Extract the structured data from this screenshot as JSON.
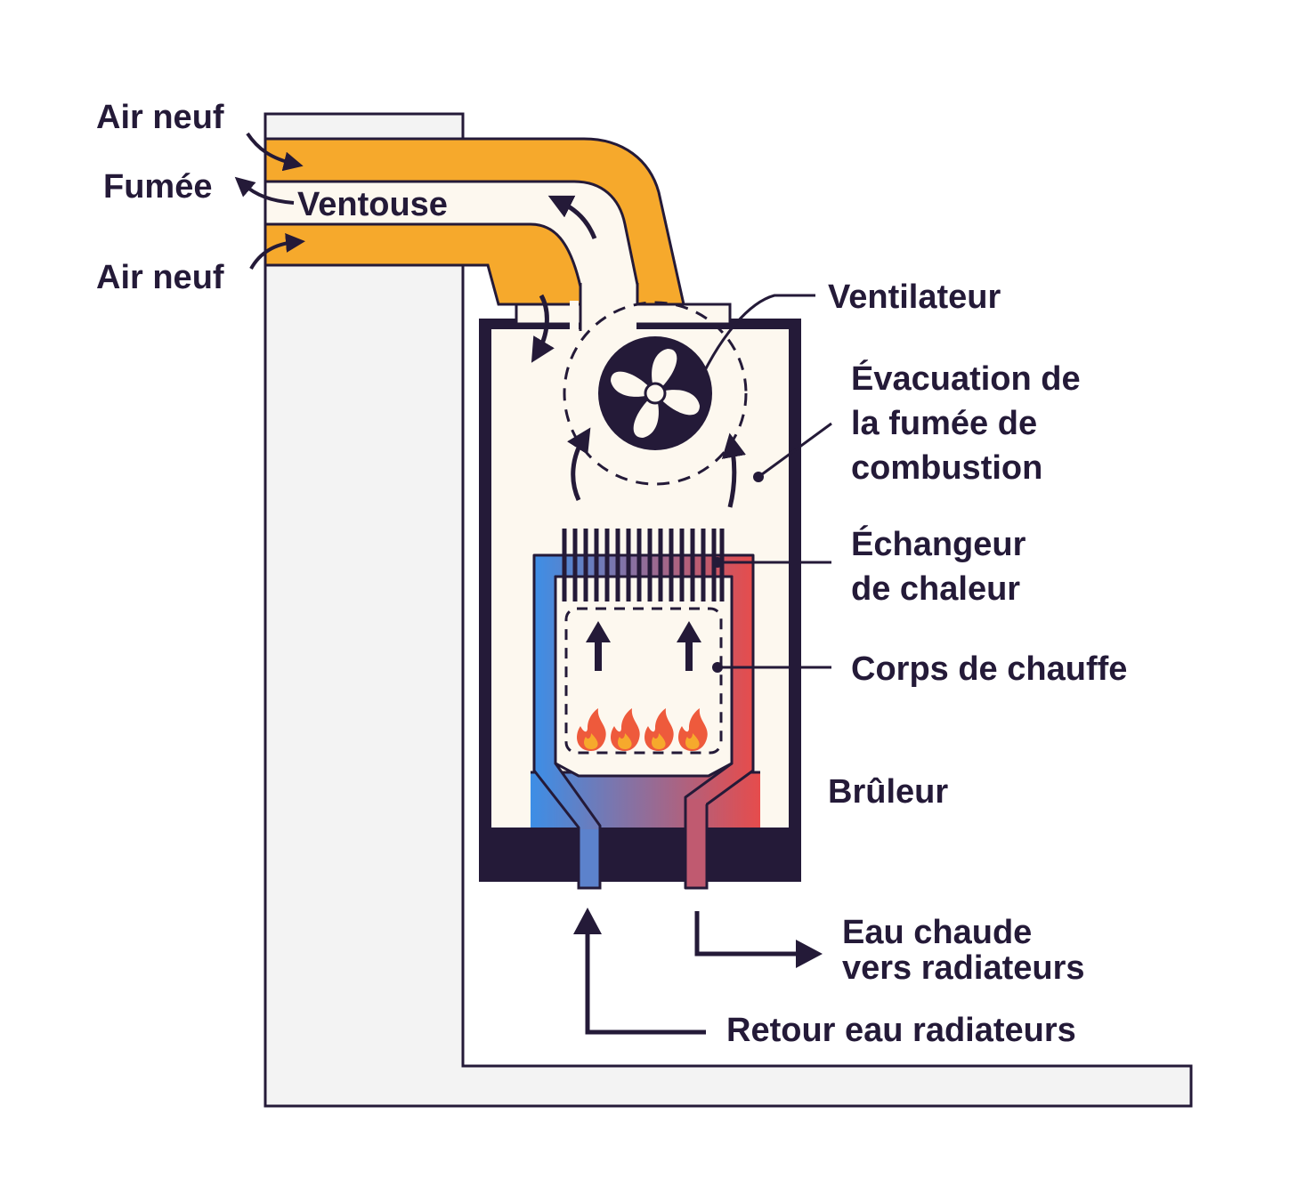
{
  "labels": {
    "air_neuf_top": "Air neuf",
    "fumee": "Fumée",
    "ventouse": "Ventouse",
    "air_neuf_bottom": "Air neuf",
    "ventilateur": "Ventilateur",
    "evacuation_line1": "Évacuation de",
    "evacuation_line2": "la fumée de",
    "evacuation_line3": "combustion",
    "echangeur_line1": "Échangeur",
    "echangeur_line2": "de chaleur",
    "corps_de_chauffe": "Corps de chauffe",
    "bruleur": "Brûleur",
    "eau_chaude_line1": "Eau chaude",
    "eau_chaude_line2": "vers radiateurs",
    "retour_eau": "Retour eau radiateurs"
  },
  "colors": {
    "outline": "#241a38",
    "duct_orange": "#f6a92c",
    "cream": "#fdf8ef",
    "wall": "#f3f3f3",
    "cold_blue": "#3d8ee6",
    "hot_red": "#e64c4c",
    "flame_red": "#ee5a3c",
    "flame_orange": "#f6a92c"
  }
}
